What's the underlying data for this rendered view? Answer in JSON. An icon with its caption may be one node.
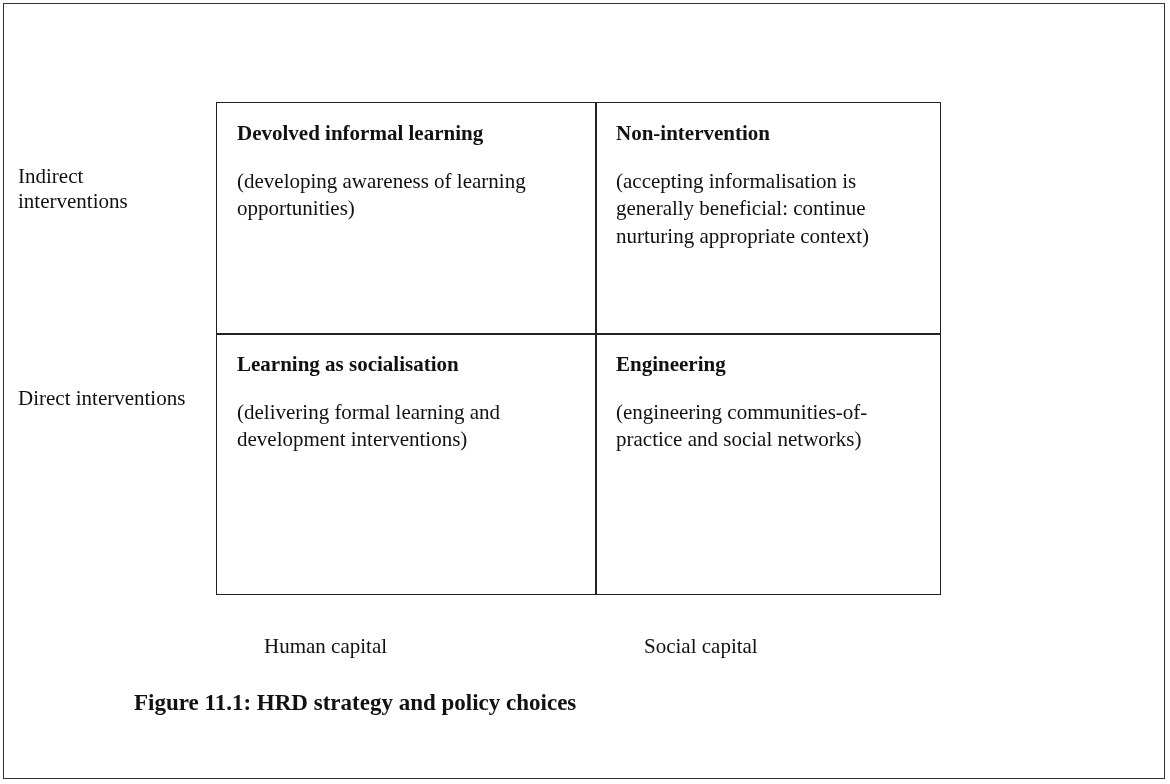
{
  "diagram": {
    "caption": "Figure 11.1: HRD strategy and policy choices",
    "nodes": [
      {
        "text": [
          "Devolved informal learning",
          "(developing awareness of learning opportunities)"
        ]
      },
      {
        "text": [
          "Non-intervention",
          "(accepting informalisation is generally beneficial: continue nurturing appropriate context)"
        ]
      },
      {
        "text": [
          "Learning as socialisation",
          "(delivering formal learning and development interventions)"
        ]
      },
      {
        "text": [
          "Engineering",
          "(engineering communities-of-practice and social networks)"
        ]
      }
    ],
    "edges": [],
    "labels": [
      "Indirect interventions",
      "Direct interventions",
      "Human capital",
      "Social capital"
    ]
  }
}
